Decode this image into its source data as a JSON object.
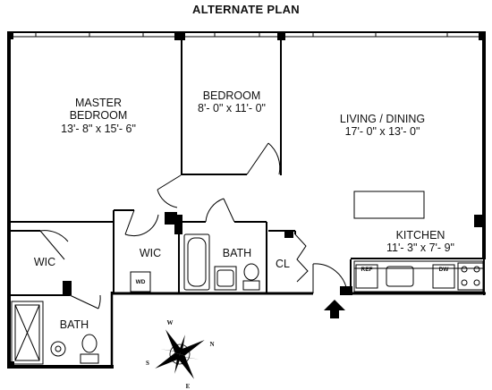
{
  "title": "ALTERNATE PLAN",
  "rooms": {
    "master_bedroom": {
      "name_line1": "MASTER",
      "name_line2": "BEDROOM",
      "dims": "13'- 8\" x 15'- 6\""
    },
    "bedroom": {
      "name": "BEDROOM",
      "dims": "8'- 0\" x 11'- 0\""
    },
    "living_dining": {
      "name": "LIVING / DINING",
      "dims": "17'- 0\" x 13'- 0\""
    },
    "kitchen": {
      "name": "KITCHEN",
      "dims": "11'- 3\" x 7'- 9\""
    },
    "wic_left": {
      "name": "WIC"
    },
    "wic_center": {
      "name": "WIC"
    },
    "bath_center": {
      "name": "BATH"
    },
    "bath_bottom": {
      "name": "BATH"
    },
    "closet": {
      "name": "CL"
    }
  },
  "fixtures": {
    "washer_dryer": "WD",
    "refrigerator": "REF",
    "dishwasher": "DW"
  },
  "compass": {
    "n": "N",
    "e": "E",
    "s": "S",
    "w": "W"
  }
}
